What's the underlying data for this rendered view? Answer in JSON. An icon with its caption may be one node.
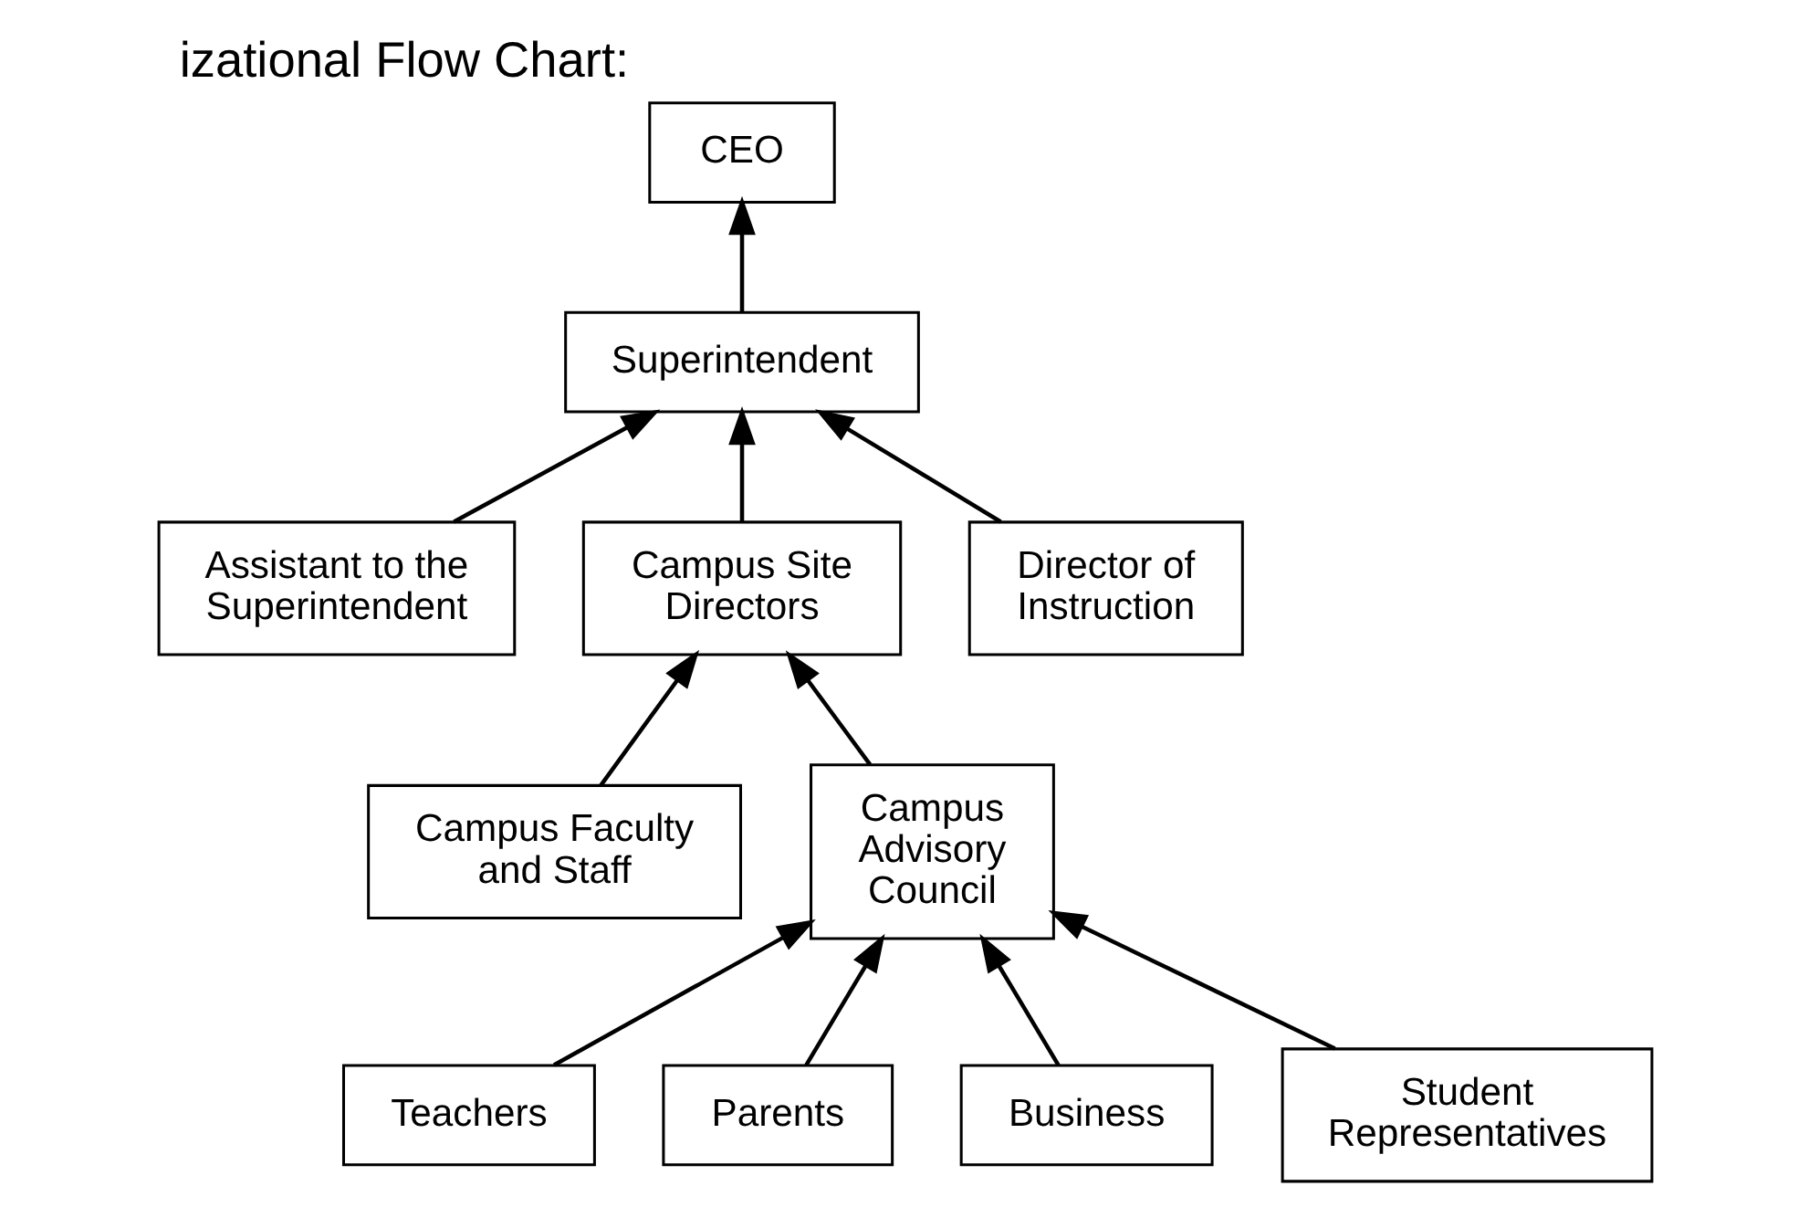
{
  "diagram": {
    "title": "izational Flow Chart:",
    "nodes": [
      {
        "text": [
          "CEO"
        ]
      },
      {
        "text": [
          "Superintendent"
        ]
      },
      {
        "text": [
          "Assistant to the Superintendent"
        ]
      },
      {
        "text": [
          "Campus Site Directors"
        ]
      },
      {
        "text": [
          "Director of Instruction"
        ]
      },
      {
        "text": [
          "Campus Faculty and Staff"
        ]
      },
      {
        "text": [
          "Campus Advisory Council"
        ]
      },
      {
        "text": [
          "Teachers"
        ]
      },
      {
        "text": [
          "Parents"
        ]
      },
      {
        "text": [
          "Business"
        ]
      },
      {
        "text": [
          "Student Representatives"
        ]
      }
    ],
    "edges": [
      {
        "from": 1,
        "to": 0,
        "arrow": "to"
      },
      {
        "from": 2,
        "to": 1,
        "arrow": "to"
      },
      {
        "from": 3,
        "to": 1,
        "arrow": "to"
      },
      {
        "from": 4,
        "to": 1,
        "arrow": "to"
      },
      {
        "from": 5,
        "to": 3,
        "arrow": "to"
      },
      {
        "from": 6,
        "to": 3,
        "arrow": "to"
      },
      {
        "from": 7,
        "to": 6,
        "arrow": "to"
      },
      {
        "from": 8,
        "to": 6,
        "arrow": "to"
      },
      {
        "from": 9,
        "to": 6,
        "arrow": "to"
      },
      {
        "from": 10,
        "to": 6,
        "arrow": "to"
      }
    ]
  }
}
